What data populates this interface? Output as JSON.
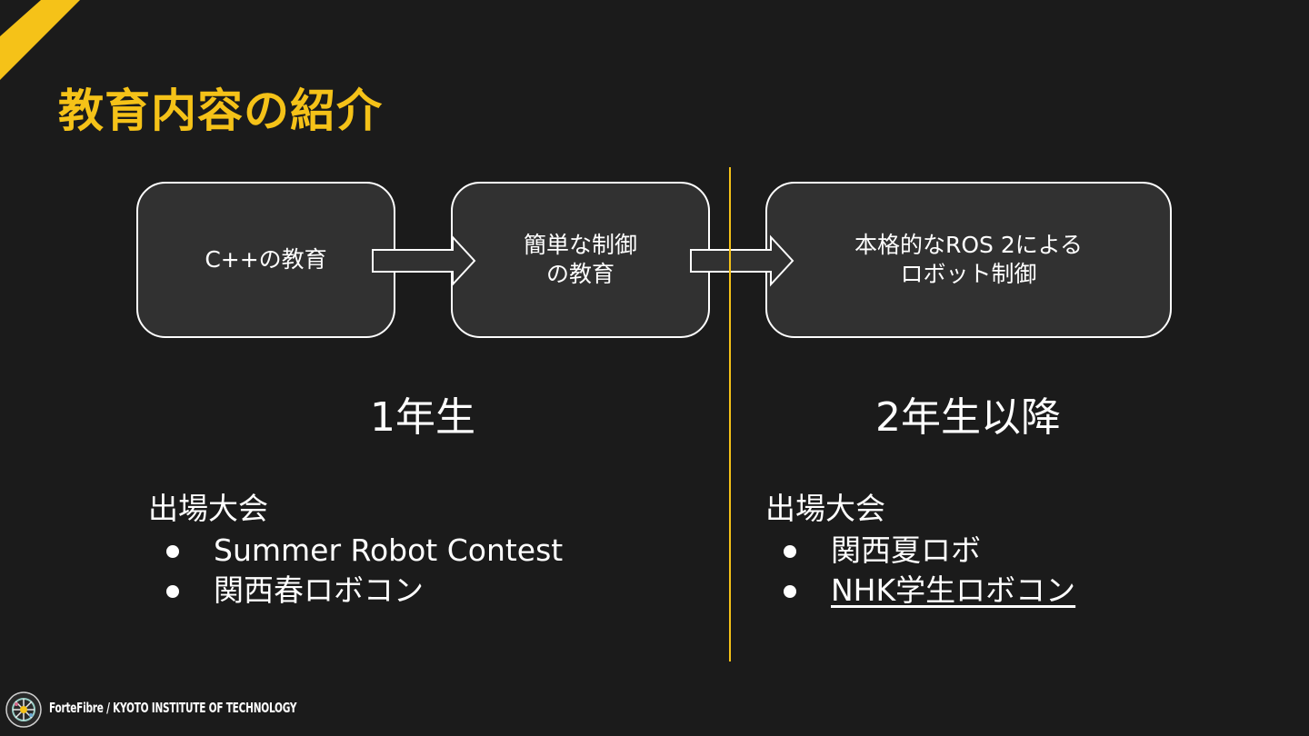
{
  "title": "教育内容の紹介",
  "flow": {
    "steps": [
      "C++の教育",
      "簡単な制御\nの教育",
      "本格的なROS 2による\nロボット制御"
    ]
  },
  "groups": [
    {
      "year": "1年生",
      "events_heading": "出場大会",
      "events": [
        "Summer Robot Contest",
        "関西春ロボコン"
      ]
    },
    {
      "year": "2年生以降",
      "events_heading": "出場大会",
      "events": [
        "関西夏ロボ",
        "NHK学生ロボコン"
      ]
    }
  ],
  "footer": {
    "text": "ForteFibre / KYOTO INSTITUTE OF TECHNOLOGY"
  },
  "colors": {
    "background": "#1b1b1b",
    "accent": "#f5c218",
    "box_fill": "#313131"
  }
}
